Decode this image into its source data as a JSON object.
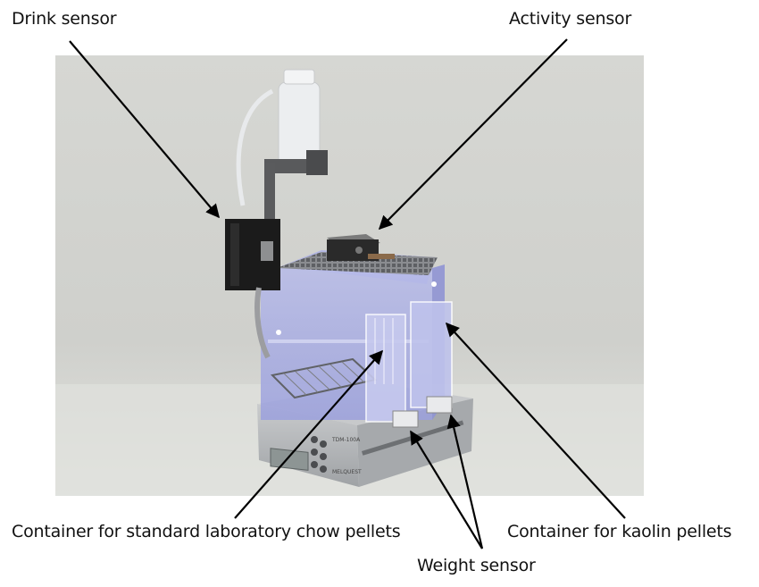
{
  "labels": {
    "drink_sensor": "Drink sensor",
    "activity_sensor": "Activity sensor",
    "chow_container": "Container for standard laboratory chow pellets",
    "kaolin_container": "Container for kaolin pellets",
    "weight_sensor": "Weight sensor"
  },
  "device_display": {
    "model_text": "TDM-100A",
    "brand_text": "MELQUEST"
  },
  "colors": {
    "backdrop": "#d4d5d0",
    "acrylic_cage": "#a9aee4",
    "sensor_body": "#1a1a1a",
    "base_unit": "#b9bbbd",
    "arrow": "#000000"
  }
}
